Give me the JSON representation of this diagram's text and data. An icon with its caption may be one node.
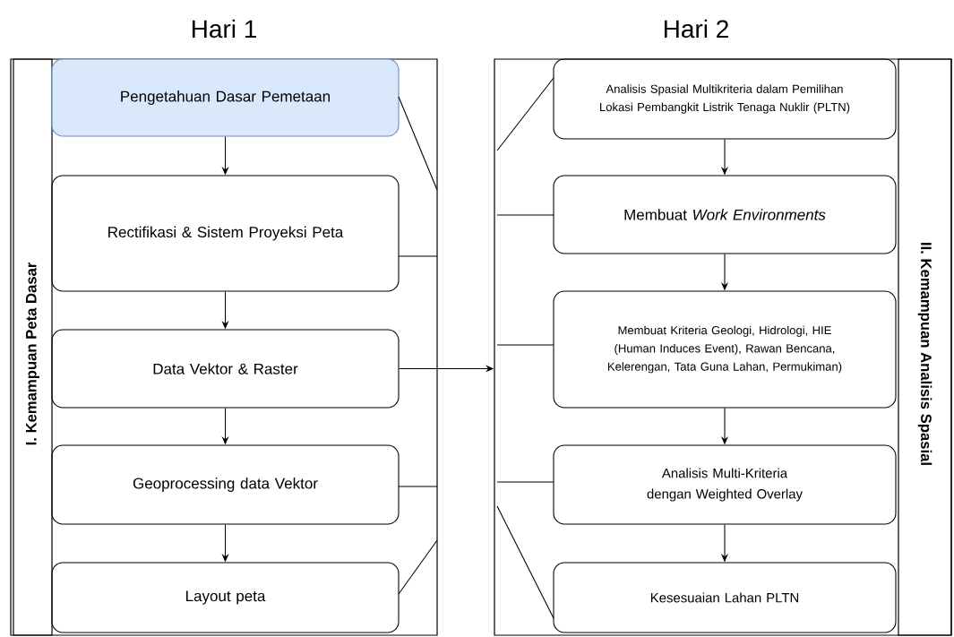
{
  "diagram": {
    "nodes": [
      {
        "text": [
          "Hari 1"
        ]
      },
      {
        "text": [
          "I. Kemampuan Peta Dasar"
        ],
        "in": 0
      },
      {
        "text": [
          "Pengetahuan Dasar Pemetaan"
        ],
        "in": 0
      },
      {
        "text": [
          "Rectifikasi & Sistem Proyeksi Peta"
        ],
        "in": 0
      },
      {
        "text": [
          "Data Vektor & Raster"
        ],
        "in": 0
      },
      {
        "text": [
          "Geoprocessing data Vektor"
        ],
        "in": 0
      },
      {
        "text": [
          "Layout peta"
        ],
        "in": 0
      },
      {
        "text": [
          "Hari 2"
        ]
      },
      {
        "text": [
          "II. Kemampuan Analisis Spasial"
        ],
        "in": 7
      },
      {
        "text": [
          "Analisis Spasial Multikriteria dalam Pemilihan Lokasi Pembangkit Listrik Tenaga Nuklir (PLTN)"
        ],
        "in": 7
      },
      {
        "text": [
          "Membuat *Work Environments*"
        ],
        "in": 7
      },
      {
        "text": [
          "Membuat Kriteria Geologi, Hidrologi, HIE (Human Induces Event), Rawan Bencana, Kelerengan, Tata Guna Lahan, Permukiman)"
        ],
        "in": 7
      },
      {
        "text": [
          "Analisis Multi-Kriteria dengan Weighted Overlay"
        ],
        "in": 7
      },
      {
        "text": [
          "Kesesuaian Lahan PLTN"
        ],
        "in": 7
      }
    ],
    "edges": [
      {
        "from": 2,
        "to": 3,
        "arrow": "to"
      },
      {
        "from": 3,
        "to": 4,
        "arrow": "to"
      },
      {
        "from": 4,
        "to": 5,
        "arrow": "to"
      },
      {
        "from": 5,
        "to": 6,
        "arrow": "to"
      },
      {
        "from": 4,
        "to": 7,
        "arrow": "to"
      },
      {
        "from": 9,
        "to": 10,
        "arrow": "to"
      },
      {
        "from": 10,
        "to": 11,
        "arrow": "to"
      },
      {
        "from": 11,
        "to": 12,
        "arrow": "to"
      },
      {
        "from": 12,
        "to": 13,
        "arrow": "to"
      }
    ]
  }
}
